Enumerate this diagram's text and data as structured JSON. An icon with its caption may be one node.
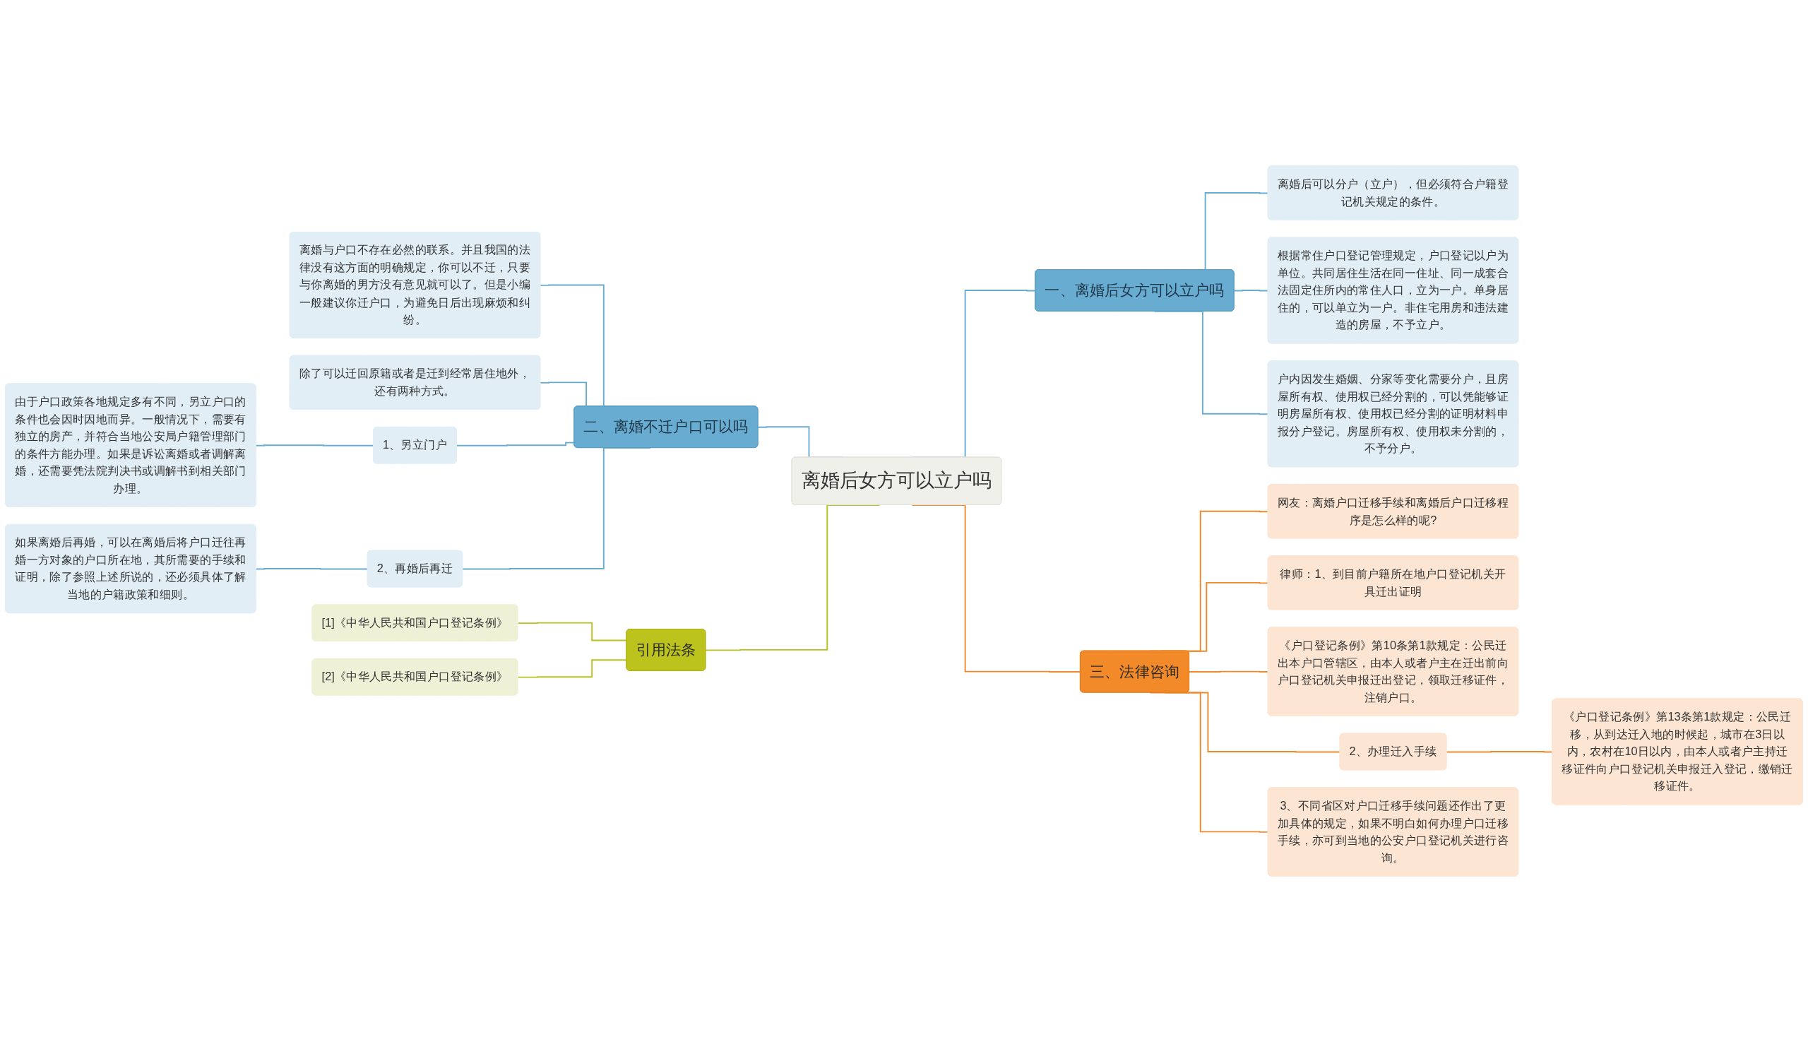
{
  "diagram": {
    "nodes": [
      {
        "text": [
          "离婚后女方可以立户吗"
        ]
      },
      {
        "text": [
          "一、离婚后女方可以立户吗"
        ]
      },
      {
        "text": [
          "离婚后可以分户（立户），但必须符合户籍登记机关规定的条件。"
        ]
      },
      {
        "text": [
          "根据常住户口登记管理规定，户口登记以户为单位。共同居住生活在同一住址、同一成套合法固定住所内的常住人口，立为一户。单身居住的，可以单立为一户。非住宅用房和违法建造的房屋，不予立户。"
        ]
      },
      {
        "text": [
          "户内因发生婚姻、分家等变化需要分户，且房屋所有权、使用权已经分割的，可以凭能够证明房屋所有权、使用权已经分割的证明材料申报分户登记。房屋所有权、使用权未分割的，不予分户。"
        ]
      },
      {
        "text": [
          "二、离婚不迁户口可以吗"
        ]
      },
      {
        "text": [
          "离婚与户口不存在必然的联系。并且我国的法律没有这方面的明确规定，你可以不迁，只要与你离婚的男方没有意见就可以了。但是小编一般建议你迁户口，为避免日后出现麻烦和纠纷。"
        ]
      },
      {
        "text": [
          "除了可以迁回原籍或者是迁到经常居住地外，还有两种方式。"
        ]
      },
      {
        "text": [
          "1、另立门户"
        ]
      },
      {
        "text": [
          "由于户口政策各地规定多有不同，另立户口的条件也会因时因地而异。一般情况下，需要有独立的房产，并符合当地公安局户籍管理部门的条件方能办理。如果是诉讼离婚或者调解离婚，还需要凭法院判决书或调解书到相关部门办理。"
        ]
      },
      {
        "text": [
          "2、再婚后再迁"
        ]
      },
      {
        "text": [
          "如果离婚后再婚，可以在离婚后将户口迁往再婚一方对象的户口所在地，其所需要的手续和证明，除了参照上述所说的，还必须具体了解当地的户籍政策和细则。"
        ]
      },
      {
        "text": [
          "三、法律咨询"
        ]
      },
      {
        "text": [
          "网友：离婚户口迁移手续和离婚后户口迁移程序是怎么样的呢?"
        ]
      },
      {
        "text": [
          "律师：1、到目前户籍所在地户口登记机关开具迁出证明"
        ]
      },
      {
        "text": [
          "《户口登记条例》第10条第1款规定：公民迁出本户口管辖区，由本人或者户主在迁出前向户口登记机关申报迁出登记，领取迁移证件，注销户口。"
        ]
      },
      {
        "text": [
          "2、办理迁入手续"
        ]
      },
      {
        "text": [
          "《户口登记条例》第13条第1款规定：公民迁移，从到达迁入地的时候起，城市在3日以内，农村在10日以内，由本人或者户主持迁移证件向户口登记机关申报迁入登记，缴销迁移证件。"
        ]
      },
      {
        "text": [
          "3、不同省区对户口迁移手续问题还作出了更加具体的规定，如果不明白如何办理户口迁移手续，亦可到当地的公安户口登记机关进行咨询。"
        ]
      },
      {
        "text": [
          "引用法条"
        ]
      },
      {
        "text": [
          "[1]《中华人民共和国户口登记条例》"
        ]
      },
      {
        "text": [
          "[2]《中华人民共和国户口登记条例》"
        ]
      }
    ],
    "edges": [
      {
        "from": 0,
        "to": 1,
        "arrow": "none"
      },
      {
        "from": 1,
        "to": 2,
        "arrow": "none"
      },
      {
        "from": 1,
        "to": 3,
        "arrow": "none"
      },
      {
        "from": 1,
        "to": 4,
        "arrow": "none"
      },
      {
        "from": 5,
        "to": 0,
        "arrow": "none"
      },
      {
        "from": 6,
        "to": 5,
        "arrow": "none"
      },
      {
        "from": 7,
        "to": 5,
        "arrow": "none"
      },
      {
        "from": 8,
        "to": 5,
        "arrow": "none"
      },
      {
        "from": 9,
        "to": 8,
        "arrow": "none"
      },
      {
        "from": 10,
        "to": 5,
        "arrow": "none"
      },
      {
        "from": 11,
        "to": 10,
        "arrow": "none"
      },
      {
        "from": 0,
        "to": 12,
        "arrow": "none",
        "color": "#ee8a2c"
      },
      {
        "from": 12,
        "to": 13,
        "arrow": "none",
        "color": "#ee8a2c"
      },
      {
        "from": 12,
        "to": 14,
        "arrow": "none",
        "color": "#ee8a2c"
      },
      {
        "from": 12,
        "to": 15,
        "arrow": "none",
        "color": "#ee8a2c"
      },
      {
        "from": 12,
        "to": 16,
        "arrow": "none",
        "color": "#ee8a2c"
      },
      {
        "from": 16,
        "to": 17,
        "arrow": "none",
        "color": "#ee8a2c"
      },
      {
        "from": 12,
        "to": 18,
        "arrow": "none",
        "color": "#ee8a2c"
      },
      {
        "from": 19,
        "to": 0,
        "arrow": "none",
        "color": "#b8c21e"
      },
      {
        "from": 20,
        "to": 19,
        "arrow": "none",
        "color": "#b8c21e"
      },
      {
        "from": 21,
        "to": 19,
        "arrow": "none",
        "color": "#b8c21e"
      }
    ]
  }
}
